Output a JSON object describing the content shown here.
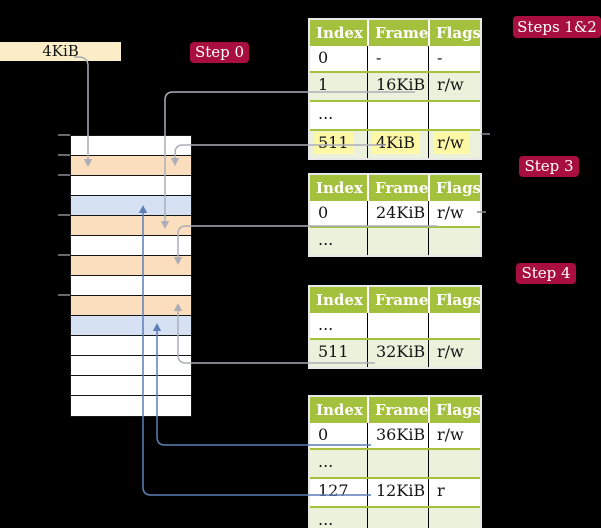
{
  "colors": {
    "bg": "#000000",
    "table_header_green": "#A3C13C",
    "table_row_green": "#ECF1DC",
    "table_border": "#E8E8E8",
    "frame_free": "#FFFFFF",
    "frame_page_table": "#FBDEBD",
    "frame_mapped": "#D6E2F3",
    "cr3_fill": "#FAEDC8",
    "badge_red": "#A80F3F",
    "highlight_yellow": "#FDF8A6",
    "arrow_gray": "#ACAEB9",
    "arrow_blue": "#5D7FB6",
    "tick_gray": "#8A8A92",
    "grid_dark": "#161616",
    "text_dark": "#141414",
    "header_text": "#FFFFFF"
  },
  "cr3_box": {
    "label": "4KiB"
  },
  "badges": {
    "step0": "Step 0",
    "steps12": "Steps 1&2",
    "step3": "Step 3",
    "step4": "Step 4"
  },
  "memory": {
    "frames": [
      {
        "kind": "free"
      },
      {
        "kind": "page-table"
      },
      {
        "kind": "free"
      },
      {
        "kind": "mapped"
      },
      {
        "kind": "page-table"
      },
      {
        "kind": "free"
      },
      {
        "kind": "page-table"
      },
      {
        "kind": "free"
      },
      {
        "kind": "page-table"
      },
      {
        "kind": "mapped"
      },
      {
        "kind": "free"
      },
      {
        "kind": "free"
      },
      {
        "kind": "free"
      },
      {
        "kind": "free"
      }
    ]
  },
  "tables": [
    {
      "name": "level-4-table",
      "columns": [
        "Index",
        "Frame",
        "Flags"
      ],
      "rows": [
        {
          "cells": [
            "0",
            "-",
            "-"
          ],
          "highlight": false
        },
        {
          "cells": [
            "1",
            "16KiB",
            "r/w"
          ],
          "highlight": false
        },
        {
          "cells": [
            "...",
            "",
            ""
          ],
          "highlight": false
        },
        {
          "cells": [
            "511",
            "4KiB",
            "r/w"
          ],
          "highlight": true
        }
      ]
    },
    {
      "name": "level-3-table",
      "columns": [
        "Index",
        "Frame",
        "Flags"
      ],
      "rows": [
        {
          "cells": [
            "0",
            "24KiB",
            "r/w"
          ],
          "highlight": false
        },
        {
          "cells": [
            "...",
            "",
            ""
          ],
          "highlight": false
        }
      ]
    },
    {
      "name": "level-2-table",
      "columns": [
        "Index",
        "Frame",
        "Flags"
      ],
      "rows": [
        {
          "cells": [
            "...",
            "",
            ""
          ],
          "highlight": false
        },
        {
          "cells": [
            "511",
            "32KiB",
            "r/w"
          ],
          "highlight": false
        }
      ]
    },
    {
      "name": "level-1-table",
      "columns": [
        "Index",
        "Frame",
        "Flags"
      ],
      "rows": [
        {
          "cells": [
            "0",
            "36KiB",
            "r/w"
          ],
          "highlight": false
        },
        {
          "cells": [
            "...",
            "",
            ""
          ],
          "highlight": false
        },
        {
          "cells": [
            "127",
            "12KiB",
            "r"
          ],
          "highlight": false
        },
        {
          "cells": [
            "...",
            "",
            ""
          ],
          "highlight": false
        }
      ]
    }
  ]
}
